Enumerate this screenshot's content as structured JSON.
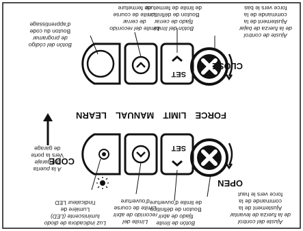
{
  "panel": {
    "title_row": [
      "LEARN",
      "MANUAL",
      "LIMIT",
      "FORCE"
    ],
    "top_labels": {
      "open": "OPEN",
      "code": "CODE"
    },
    "bottom_labels": {
      "close": "CLOSE"
    },
    "set_top": "SET",
    "set_bottom": "SET"
  },
  "annotations": {
    "led": [
      "Luz indicadora de diodo",
      "luminiscente (LED)",
      "Lumière de",
      "l'indicateur LED"
    ],
    "limit_open": [
      "Límite del",
      "recorrido de abrir",
      "Limite de course",
      "d'ouverture"
    ],
    "set_open": [
      "Botón de límite",
      "fijado de abrir",
      "Bouton de définition",
      "de limite d'ouverture"
    ],
    "force_up": [
      "Ajuste del control",
      "de la fuerza de levantar",
      "Ajustement de la",
      "commande de la",
      "force vers le haut"
    ],
    "code": [
      "Botón del código",
      "de programar",
      "Bouton du code",
      "d'apprentissage"
    ],
    "limit_close": [
      "Límite del recorrido",
      "de cerrar",
      "Limite de course",
      "de fermeture"
    ],
    "set_close": [
      "Botón del límite",
      "fijado de cerrar",
      "Bouton de définition",
      "de limite de fermeture"
    ],
    "force_down": [
      "Ajuste de control",
      "de la fuerza de bajar",
      "Ajustement de la",
      "commande de la",
      "force vers le bas"
    ],
    "door": [
      "A la puerta",
      "del garaje",
      "Vers la porte",
      "de garage"
    ]
  },
  "colors": {
    "ink": "#111111",
    "panel_fill": "#ffffff",
    "knob_fill": "#ffffff"
  },
  "icons": [
    "plus-knob-icon",
    "chevron-up-icon",
    "chevron-down-icon",
    "circle-button-icon",
    "led-icon",
    "brightness-icon",
    "curved-arrow-icon",
    "arrow-up-icon"
  ]
}
